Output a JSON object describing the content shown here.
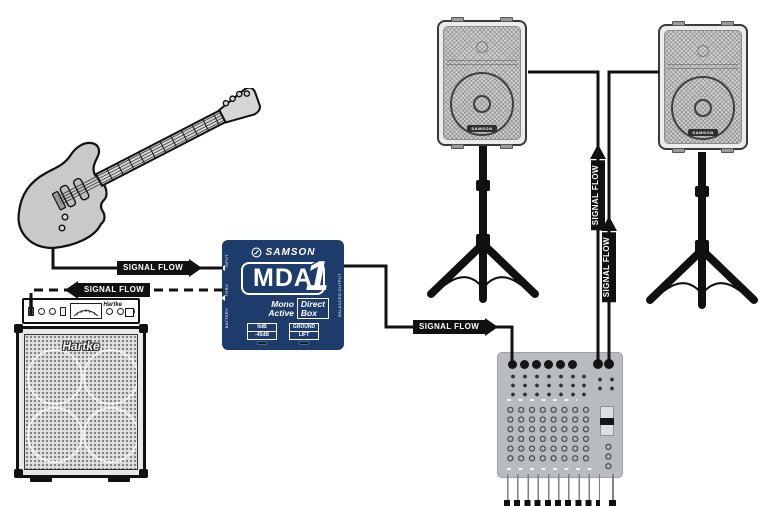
{
  "labels": {
    "signal_flow": "SIGNAL FLOW"
  },
  "colors": {
    "di_box_blue": "#1e3c6b",
    "cable_black": "#111111",
    "flow_label_bg": "#111111",
    "mixer_gray": "#b8bcc1"
  },
  "di_box": {
    "brand": "SAMSON",
    "model": "MDA",
    "model_digit": "1",
    "type_word1": "Mono",
    "type_word2": "Active",
    "type_boxed1": "Direct",
    "type_boxed2": "Box",
    "pad_switch": {
      "top": "0dB",
      "bottom": "-45dB"
    },
    "ground_switch": {
      "top": "GROUND",
      "bottom": "LIFT"
    },
    "left_jacks": [
      "INPUT",
      "THRU",
      "BATTERY"
    ],
    "right_jack": "BALANCED OUTPUT"
  },
  "amp": {
    "head_brand": "Hartke",
    "cab_brand": "Hartke"
  },
  "speakers": {
    "left_brand": "SAMSON",
    "right_brand": "SAMSON"
  }
}
